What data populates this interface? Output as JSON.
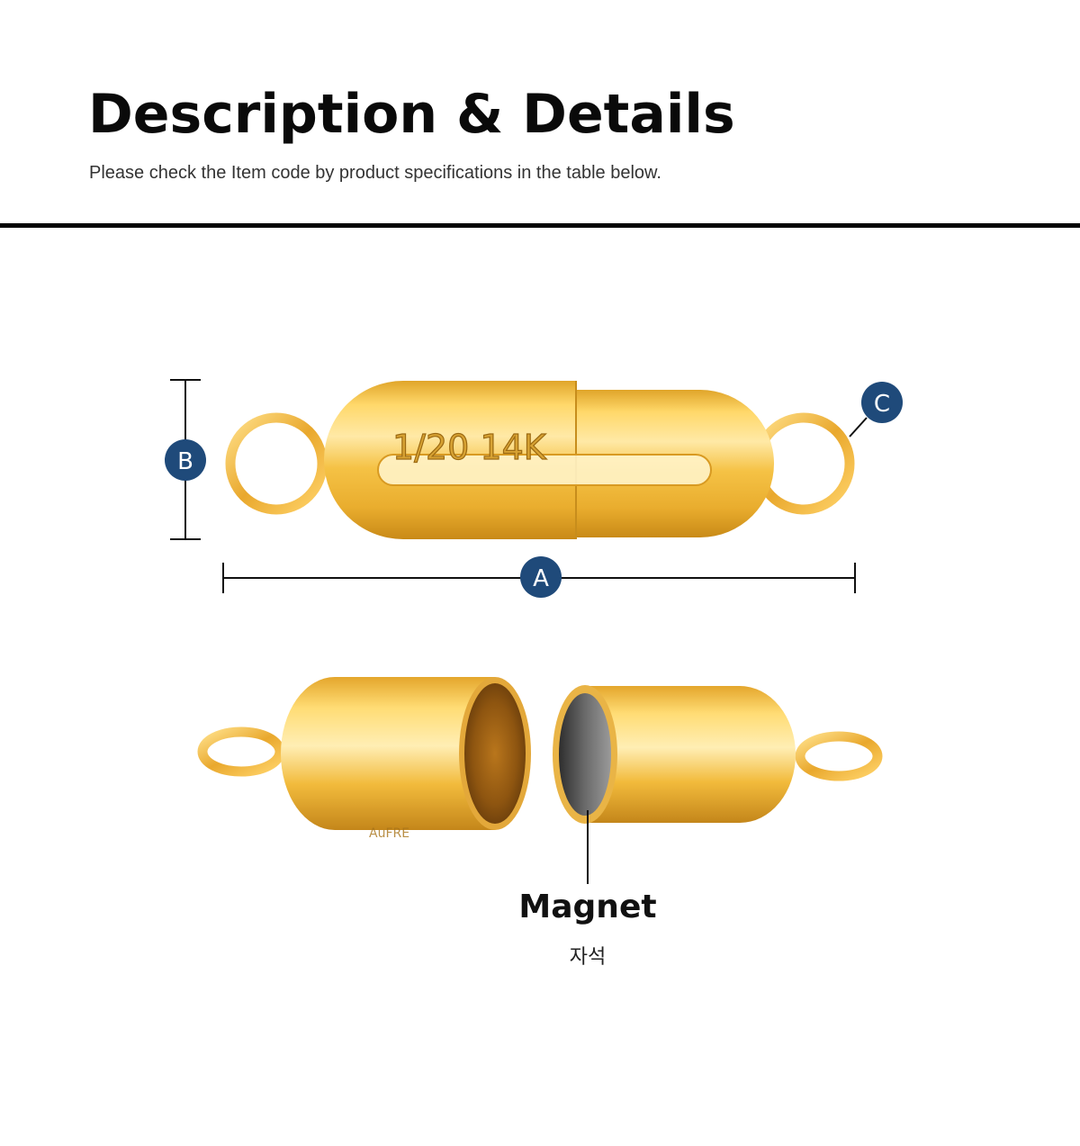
{
  "header": {
    "title": "Description & Details",
    "subtitle": "Please check the Item code by product specifications in the table below."
  },
  "diagram": {
    "engraving": "1/20 14K",
    "markers": {
      "a": "A",
      "b": "B",
      "c": "C"
    },
    "magnet_label": "Magnet",
    "magnet_sublabel": "자석",
    "back_engraving": "AuFRE",
    "colors": {
      "marker": "#1f4a7a",
      "gold": "#f2c24a",
      "gold_dark": "#c8901a",
      "magnet": "#5a5a5a"
    }
  }
}
